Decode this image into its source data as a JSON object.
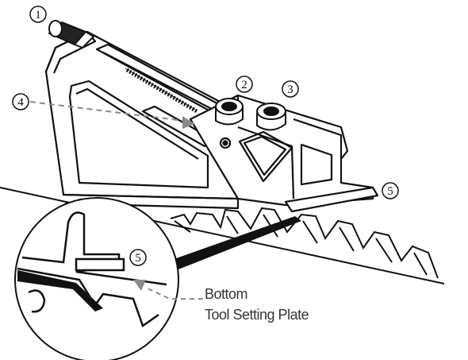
{
  "callouts": {
    "c1": "1",
    "c2": "2",
    "c3": "3",
    "c4": "4",
    "c5_main": "5",
    "c5_detail": "5"
  },
  "caption": {
    "line1": "Bottom",
    "line2": "Tool Setting Plate"
  },
  "colors": {
    "ink": "#111111",
    "arrow": "#8a8a8a",
    "caption": "#333333"
  }
}
